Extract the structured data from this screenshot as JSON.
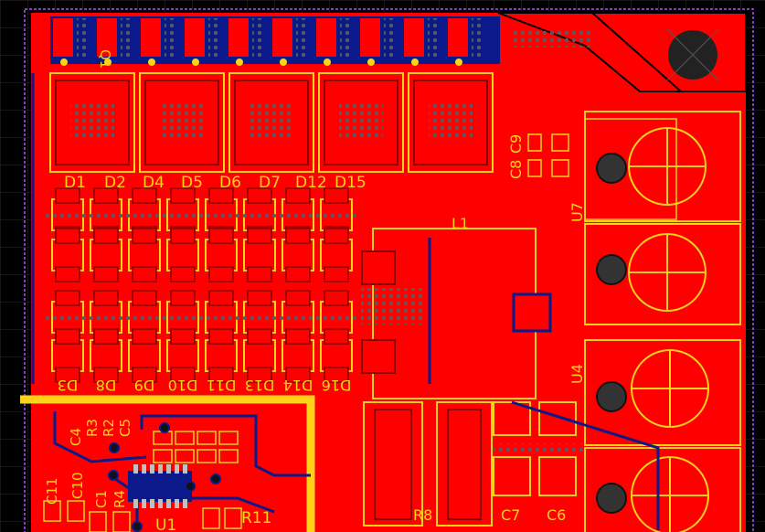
{
  "colors": {
    "background": "#000000",
    "grid": "#2a2a2a",
    "copper_top": "#ff0000",
    "copper_dark": "#c00000",
    "copper_bottom": "#0a1a8a",
    "silkscreen": "#ffd21a",
    "board_outline": "#b050ff",
    "pad_dark": "#8a0000",
    "via": "#5a5a5a"
  },
  "designators": {
    "q1": "Q1",
    "d1": "D1",
    "d2": "D2",
    "d4": "D4",
    "d5": "D5",
    "d6": "D6",
    "d7": "D7",
    "d12": "D12",
    "d15": "D15",
    "c8": "C8",
    "c9": "C9",
    "u7": "U7",
    "u4": "U4",
    "l1": "L1",
    "bottom_row": [
      "D3",
      "D8",
      "D9",
      "D10",
      "D11",
      "D13",
      "D14",
      "D16"
    ],
    "c4": "C4",
    "r3": "R3",
    "r2": "R2",
    "c5": "C5",
    "c11": "C11",
    "c10": "C10",
    "c1": "C1",
    "r4": "R4",
    "u1": "U1",
    "r11": "R11",
    "r8": "R8",
    "c7": "C7",
    "c6": "C6"
  }
}
